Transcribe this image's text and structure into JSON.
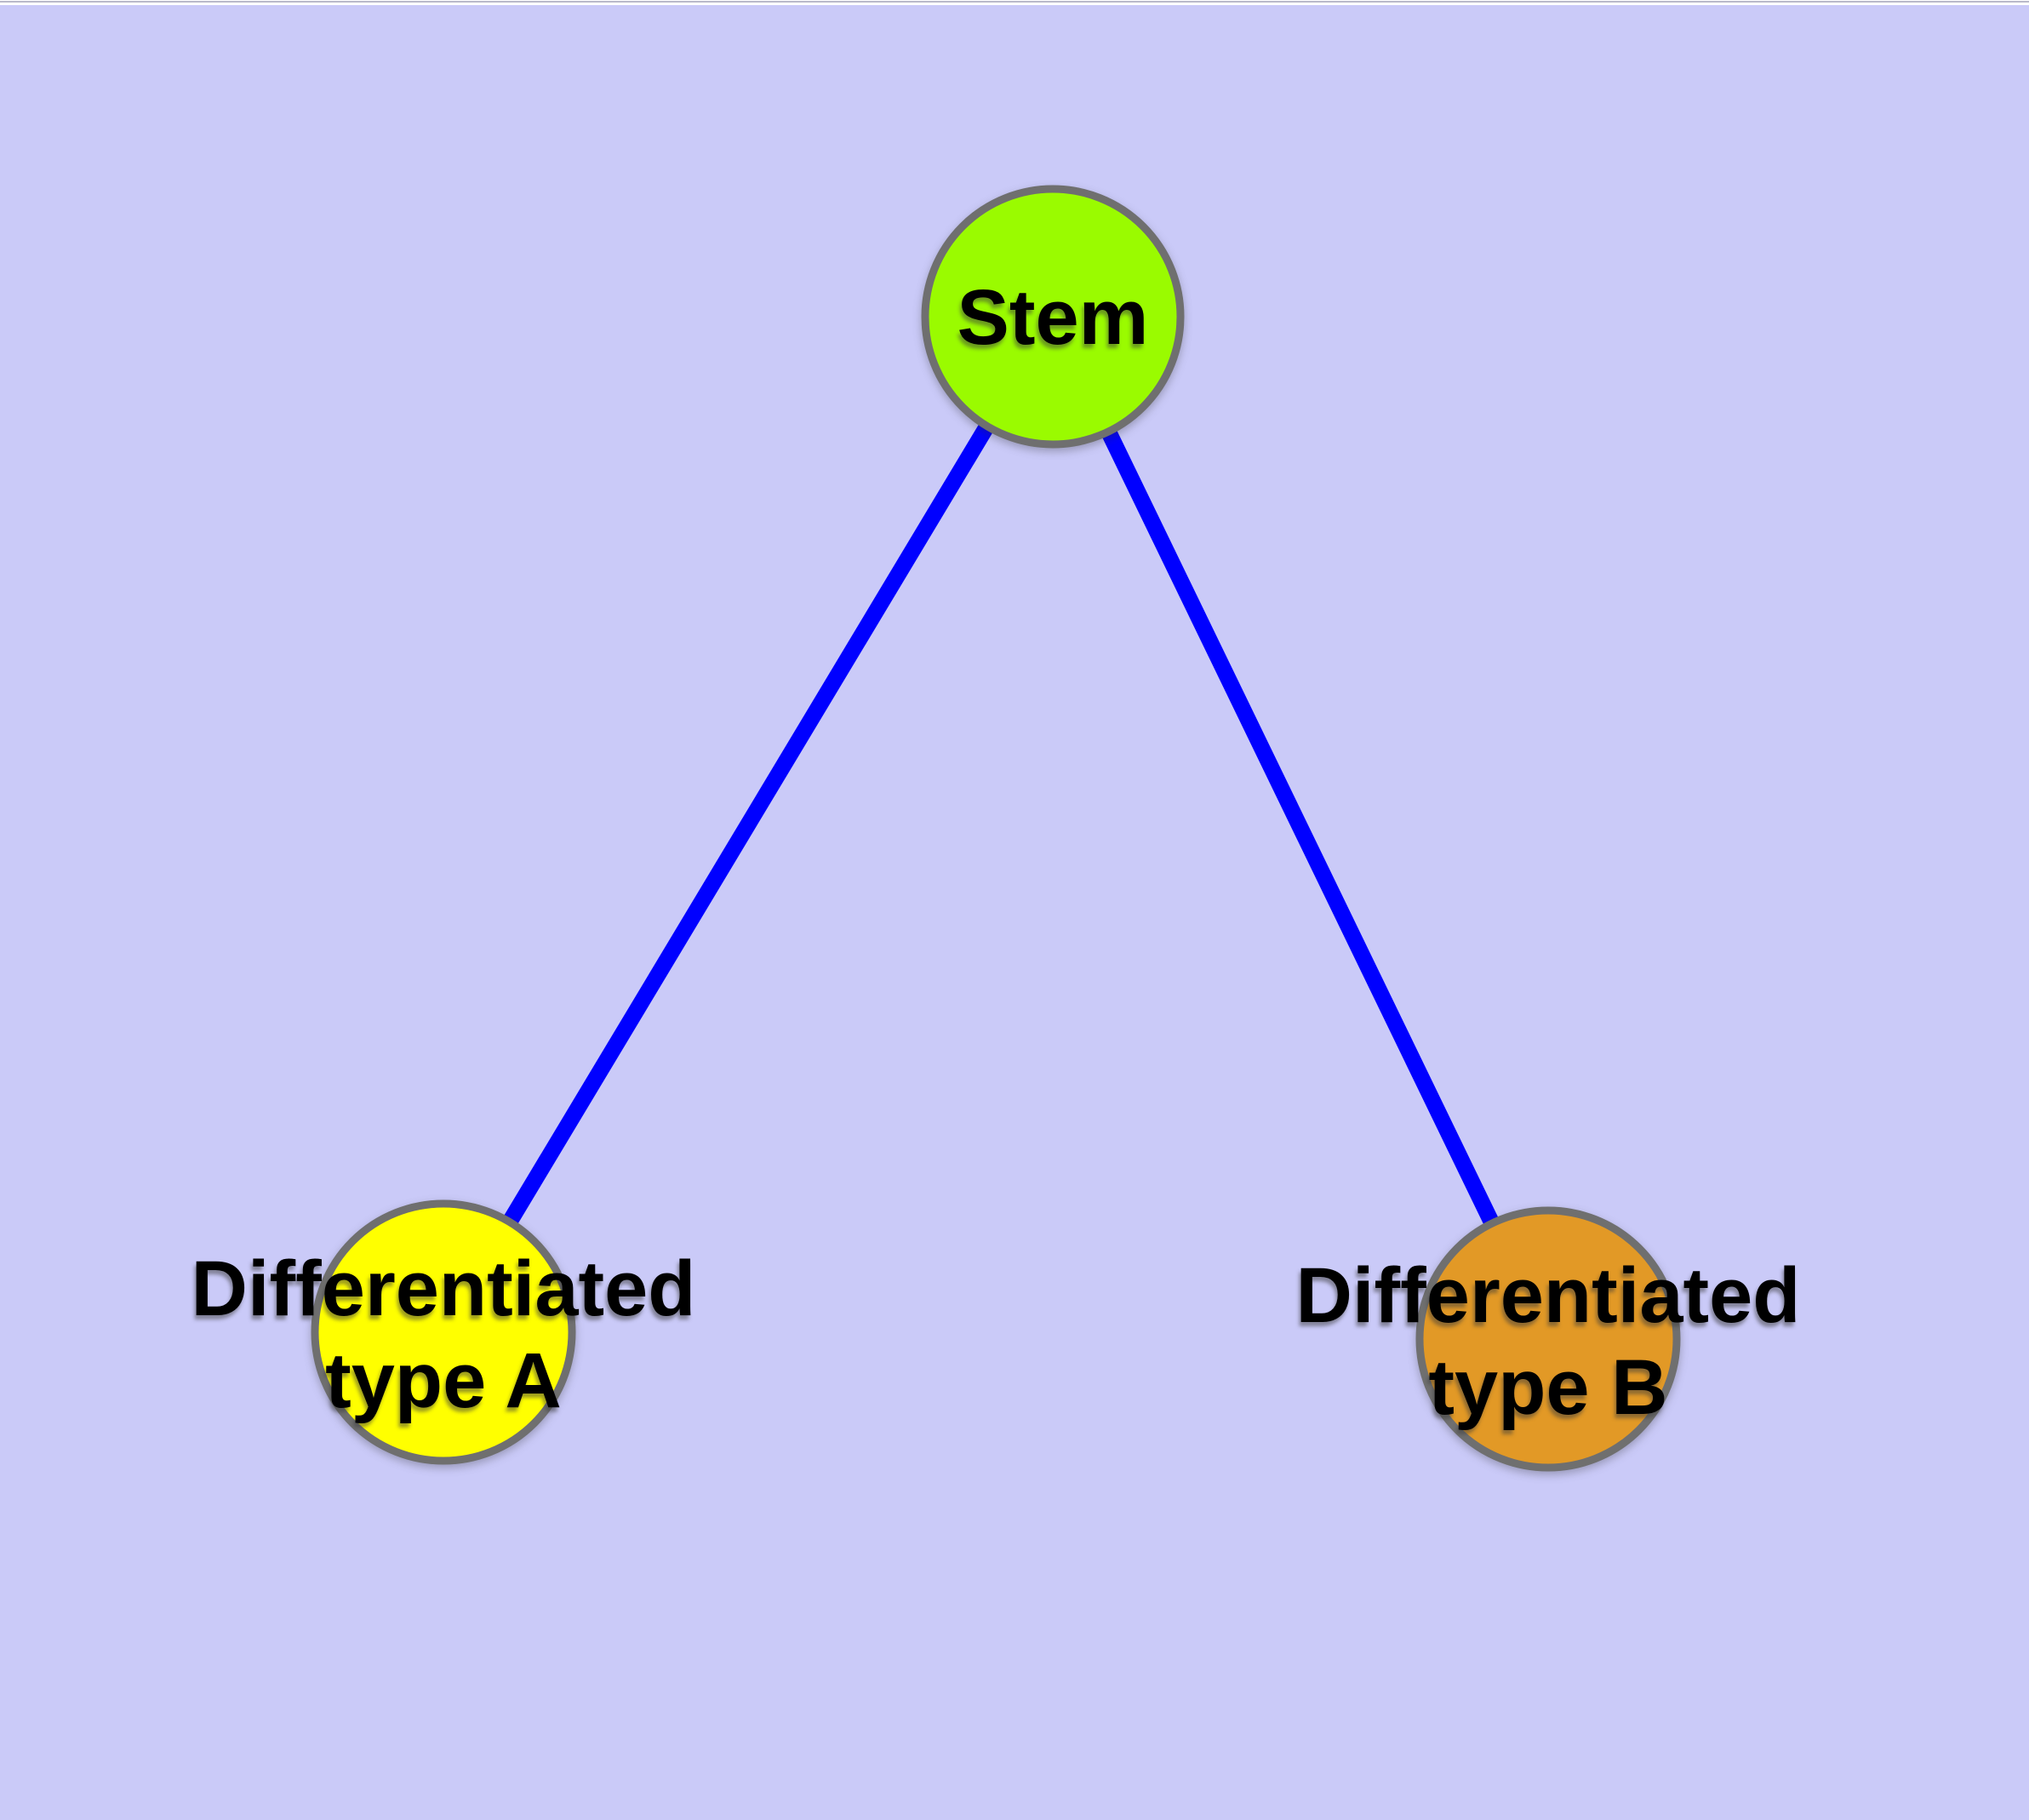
{
  "canvas": {
    "background_color": "#CACAF8",
    "top_strip_color": "#FFFFFF",
    "top_hairline_color": "#B9B9C9"
  },
  "graph": {
    "nodes": [
      {
        "id": "stem",
        "label": "Stem",
        "fill": "#9AFB00",
        "border_color": "#6F6F6F",
        "text_color": "#000000"
      },
      {
        "id": "differentiated-type-a",
        "label": "Differentiated type A",
        "label_lines": [
          "Differentiated",
          "type A"
        ],
        "fill": "#FFFF00",
        "border_color": "#6F6F6F",
        "text_color": "#000000"
      },
      {
        "id": "differentiated-type-b",
        "label": "Differentiated type B",
        "label_lines": [
          "Differentiated",
          "type B"
        ],
        "fill": "#E29926",
        "border_color": "#6F6F6F",
        "text_color": "#000000"
      }
    ],
    "edges": [
      {
        "from": "stem",
        "to": "differentiated-type-a",
        "color": "#0000FF"
      },
      {
        "from": "stem",
        "to": "differentiated-type-b",
        "color": "#0000FF"
      }
    ]
  }
}
